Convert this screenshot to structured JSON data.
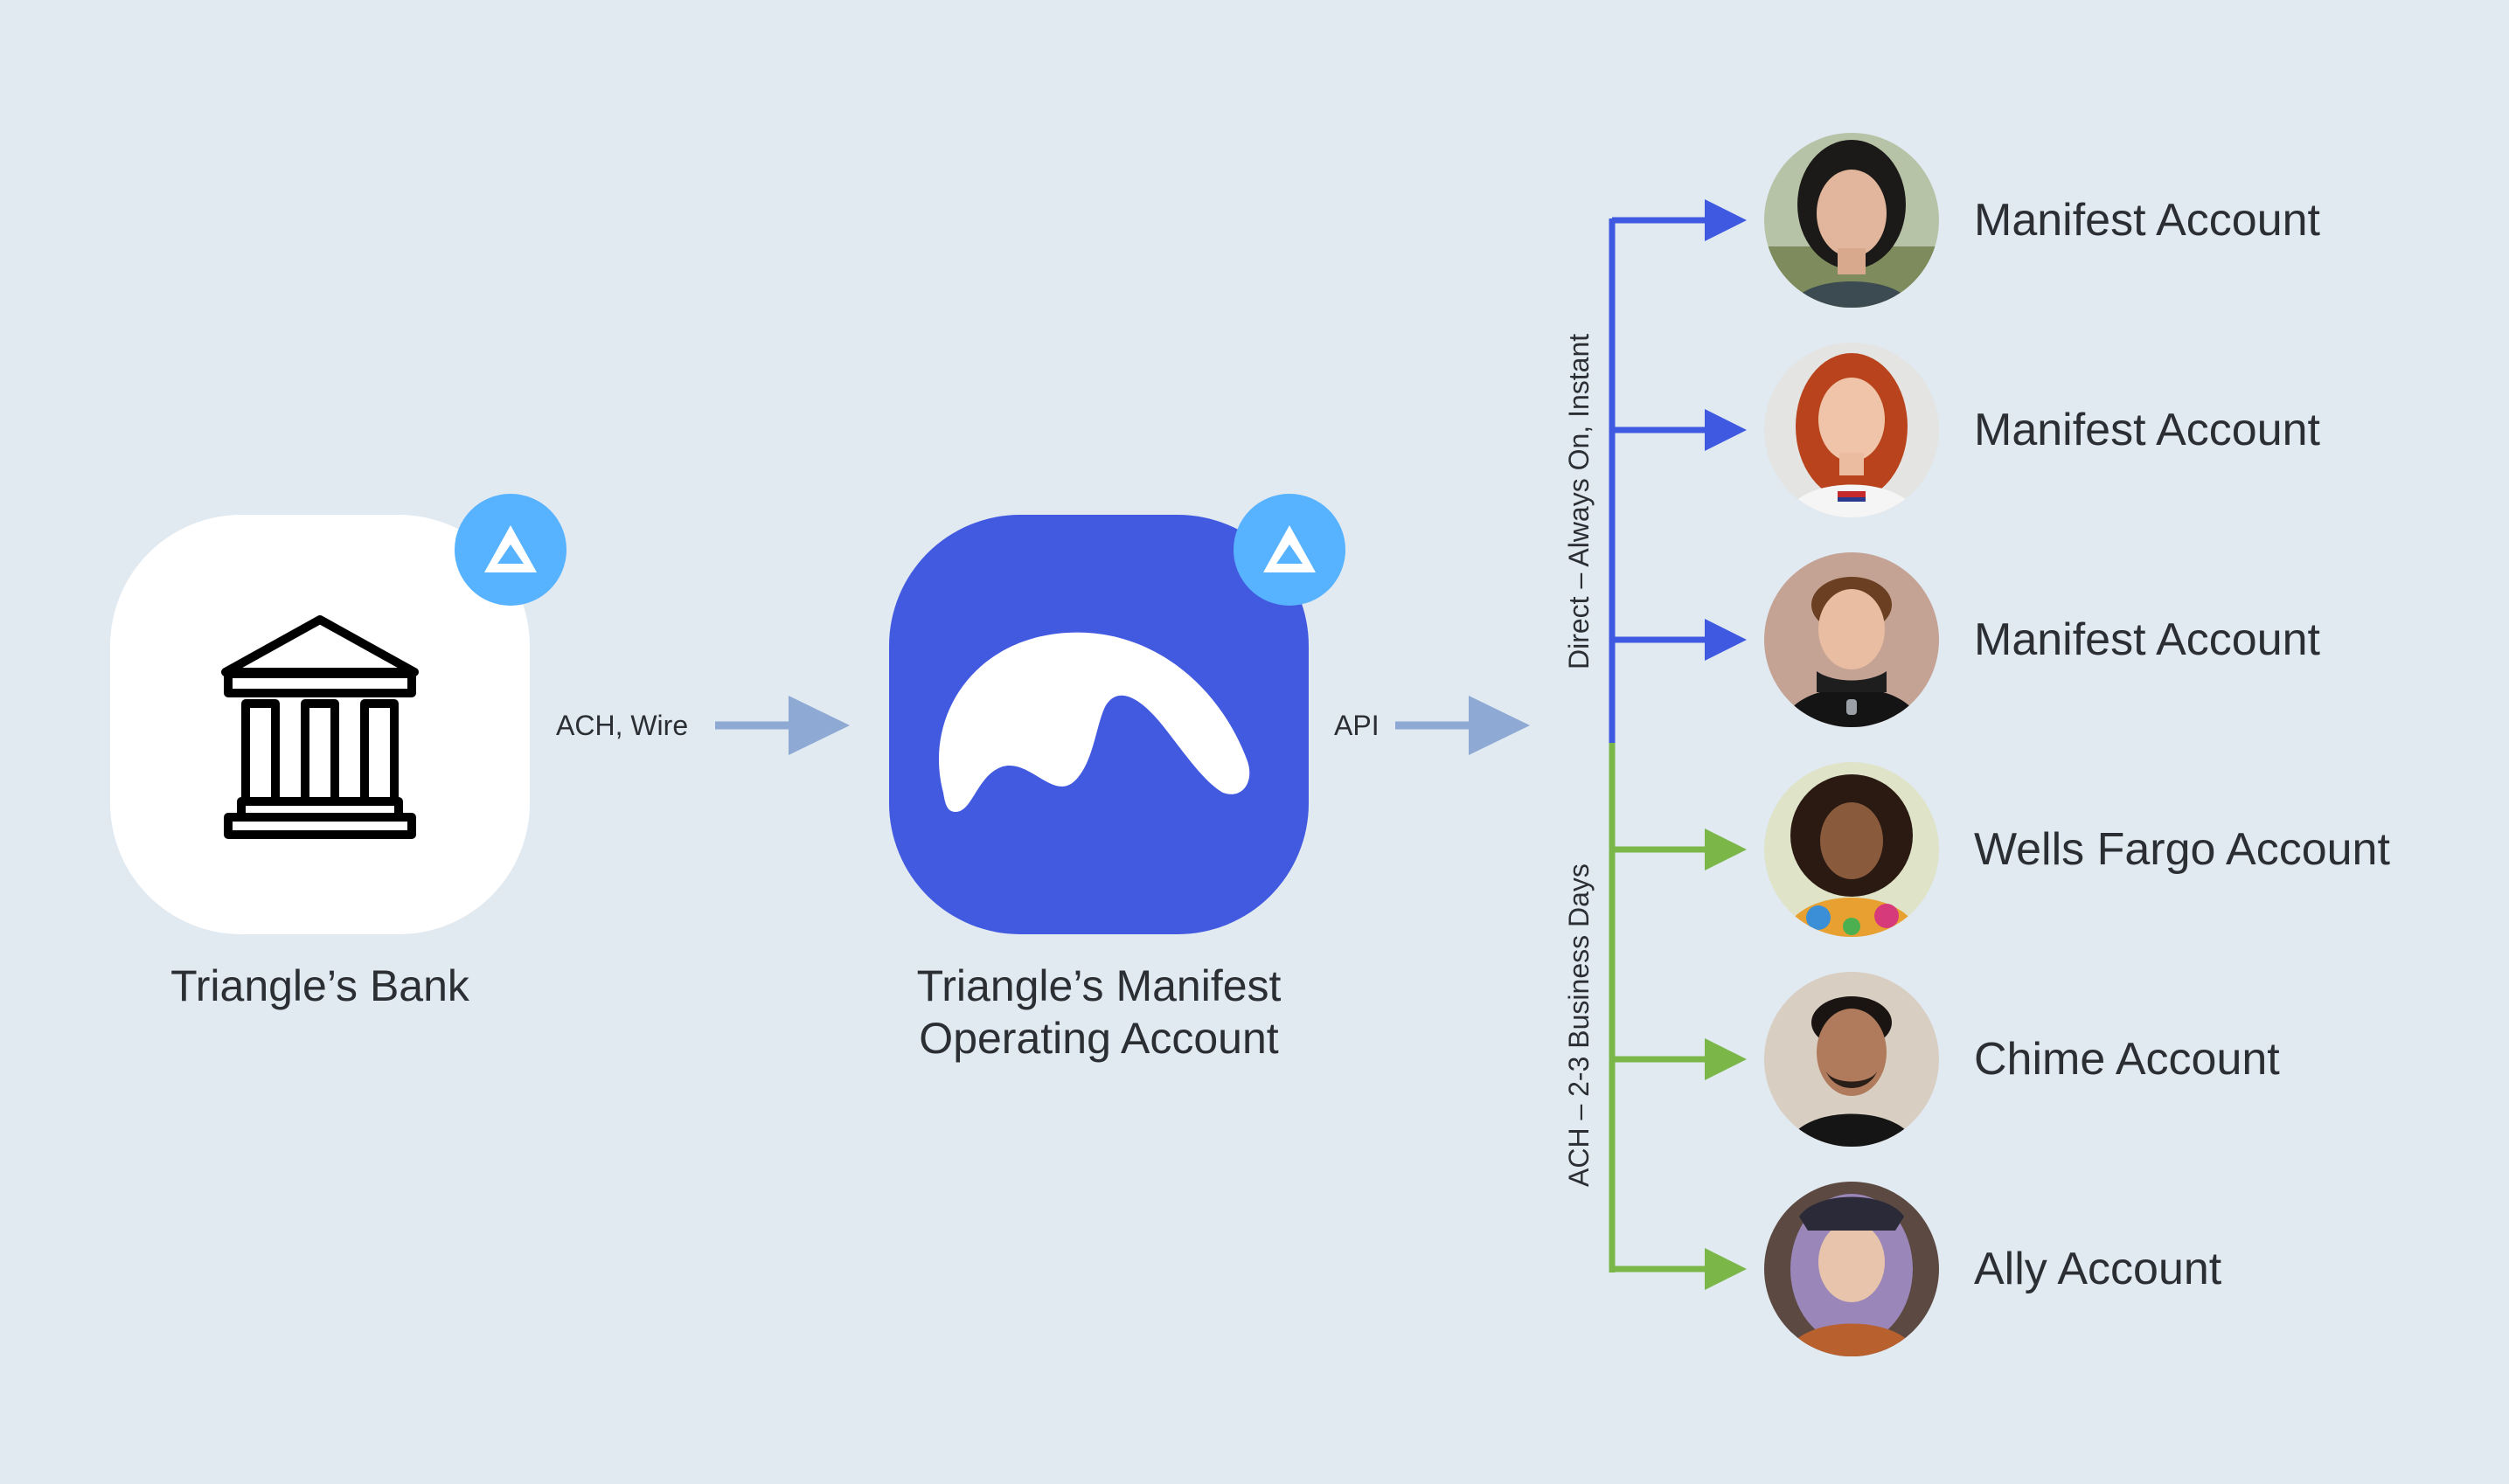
{
  "nodes": {
    "bank": {
      "label": "Triangle’s Bank",
      "icon": "bank-building-icon",
      "background": "#ffffff"
    },
    "operating": {
      "label_line1": "Triangle’s Manifest",
      "label_line2": "Operating Account",
      "icon": "manifest-wave-logo",
      "background": "#425ae0"
    },
    "badge": {
      "icon": "triangle-badge-icon",
      "color": "#57b2ff"
    }
  },
  "flows": {
    "bank_to_operating": "ACH, Wire",
    "operating_to_accounts": "API",
    "arrow_color": "#8da9d4"
  },
  "rails": {
    "direct": {
      "label": "Direct – Always On, Instant",
      "color": "#3f59e0"
    },
    "ach": {
      "label": "ACH – 2-3 Business Days",
      "color": "#7ab648"
    }
  },
  "accounts": [
    {
      "label": "Manifest Account",
      "rail": "direct",
      "avatar": "avatar-1"
    },
    {
      "label": "Manifest Account",
      "rail": "direct",
      "avatar": "avatar-2"
    },
    {
      "label": "Manifest Account",
      "rail": "direct",
      "avatar": "avatar-3"
    },
    {
      "label": "Wells Fargo Account",
      "rail": "ach",
      "avatar": "avatar-4"
    },
    {
      "label": "Chime Account",
      "rail": "ach",
      "avatar": "avatar-5"
    },
    {
      "label": "Ally Account",
      "rail": "ach",
      "avatar": "avatar-6"
    }
  ]
}
